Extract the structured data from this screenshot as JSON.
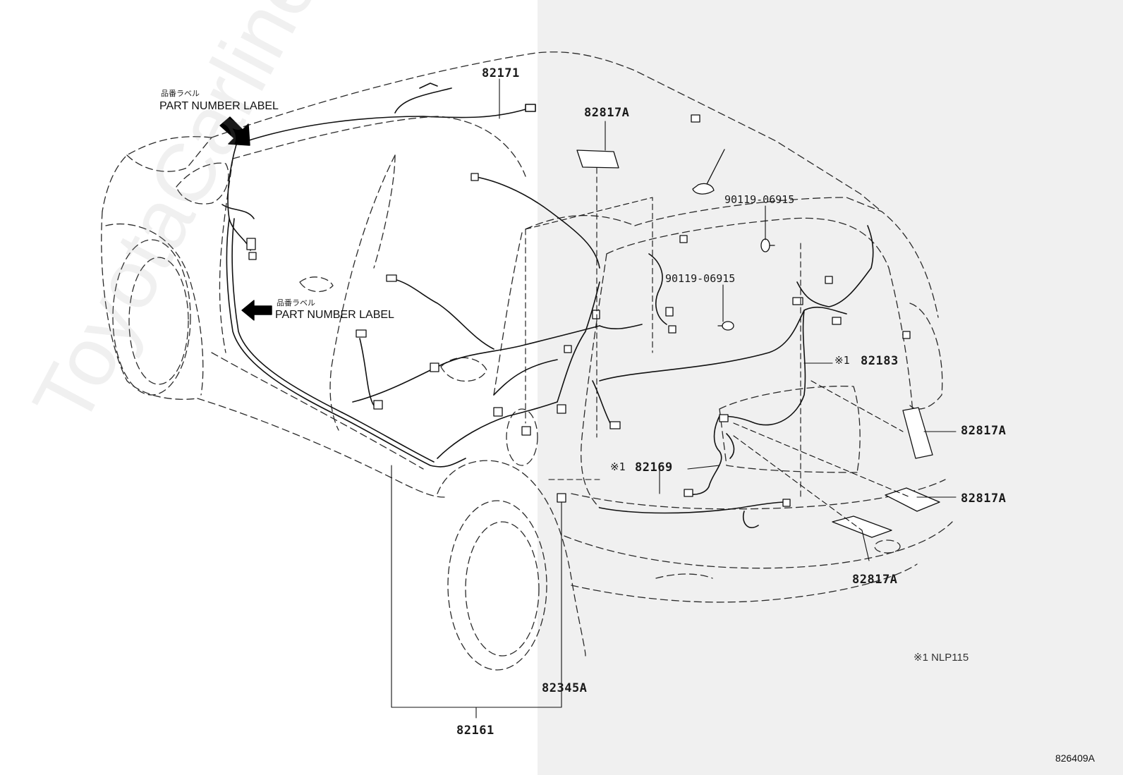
{
  "diagram": {
    "figure_id": "826409A",
    "watermark": "ToyotaCarline.ru",
    "footnote": "※1 NLP115",
    "part_number_label_jp": "品番ラベル",
    "part_number_label_en": "PART NUMBER LABEL",
    "parts": {
      "p82171": "82171",
      "p82817a_roof": "82817A",
      "p90119_upper": "90119-06915",
      "p90119_lower": "90119-06915",
      "p82183_mark": "※1",
      "p82183": "82183",
      "p82817a_side": "82817A",
      "p82169_mark": "※1",
      "p82169": "82169",
      "p82817a_rear": "82817A",
      "p82817a_bottom": "82817A",
      "p82345a": "82345A",
      "p82161": "82161"
    }
  }
}
